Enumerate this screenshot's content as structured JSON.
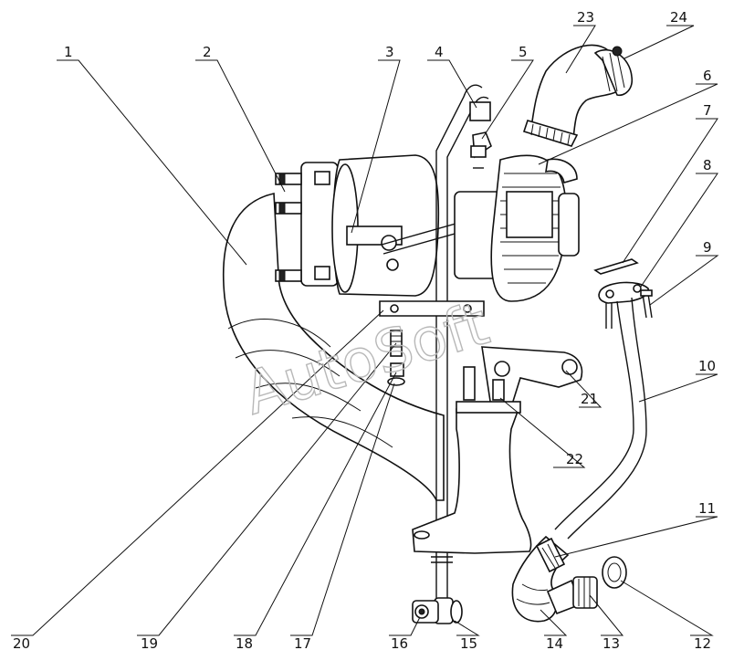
{
  "watermark": "AutoSoft",
  "callouts": [
    "1",
    "2",
    "3",
    "4",
    "5",
    "6",
    "7",
    "8",
    "9",
    "10",
    "11",
    "12",
    "13",
    "14",
    "15",
    "16",
    "17",
    "18",
    "19",
    "20",
    "21",
    "22",
    "23",
    "24"
  ]
}
